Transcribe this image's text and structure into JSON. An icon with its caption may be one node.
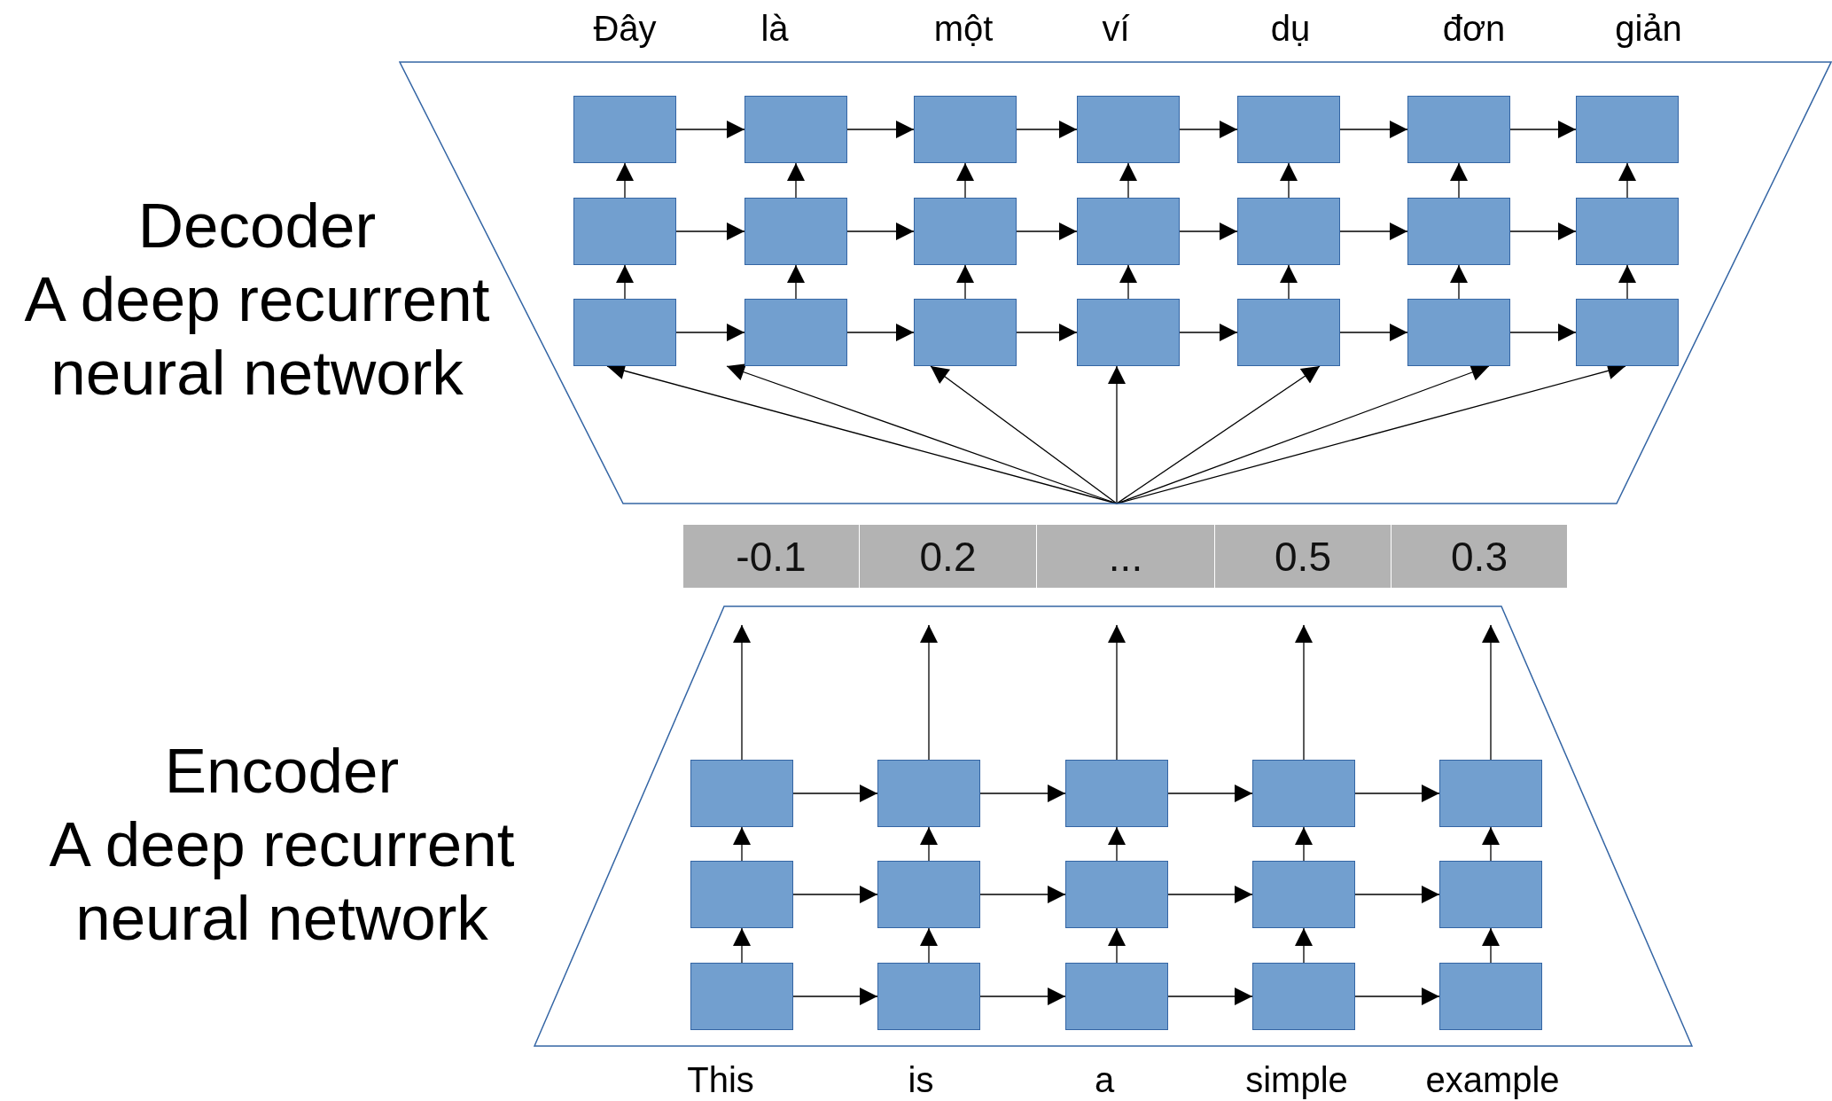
{
  "diagram": {
    "nodes": [
      {
        "text": [
          "Decoder",
          "A deep recurrent neural network"
        ]
      },
      {
        "text": [],
        "shape": "box",
        "in": 0
      },
      {
        "text": [],
        "shape": "box",
        "in": 0
      },
      {
        "text": [],
        "shape": "box",
        "in": 0
      },
      {
        "text": [],
        "shape": "box",
        "in": 0
      },
      {
        "text": [],
        "shape": "box",
        "in": 0
      },
      {
        "text": [],
        "shape": "box",
        "in": 0
      },
      {
        "text": [],
        "shape": "box",
        "in": 0
      },
      {
        "text": [],
        "shape": "box",
        "in": 0
      },
      {
        "text": [],
        "shape": "box",
        "in": 0
      },
      {
        "text": [],
        "shape": "box",
        "in": 0
      },
      {
        "text": [],
        "shape": "box",
        "in": 0
      },
      {
        "text": [],
        "shape": "box",
        "in": 0
      },
      {
        "text": [],
        "shape": "box",
        "in": 0
      },
      {
        "text": [],
        "shape": "box",
        "in": 0
      },
      {
        "text": [],
        "shape": "box",
        "in": 0
      },
      {
        "text": [],
        "shape": "box",
        "in": 0
      },
      {
        "text": [],
        "shape": "box",
        "in": 0
      },
      {
        "text": [],
        "shape": "box",
        "in": 0
      },
      {
        "text": [],
        "shape": "box",
        "in": 0
      },
      {
        "text": [],
        "shape": "box",
        "in": 0
      },
      {
        "text": [],
        "shape": "box",
        "in": 0
      },
      {
        "text": [
          "-0.1"
        ]
      },
      {
        "text": [
          "0.2"
        ]
      },
      {
        "text": [
          "..."
        ]
      },
      {
        "text": [
          "0.5"
        ]
      },
      {
        "text": [
          "0.3"
        ]
      },
      {
        "text": [
          "Encoder",
          "A deep recurrent neural network"
        ]
      },
      {
        "text": [],
        "shape": "box",
        "in": 27
      },
      {
        "text": [],
        "shape": "box",
        "in": 27
      },
      {
        "text": [],
        "shape": "box",
        "in": 27
      },
      {
        "text": [],
        "shape": "box",
        "in": 27
      },
      {
        "text": [],
        "shape": "box",
        "in": 27
      },
      {
        "text": [],
        "shape": "box",
        "in": 27
      },
      {
        "text": [],
        "shape": "box",
        "in": 27
      },
      {
        "text": [],
        "shape": "box",
        "in": 27
      },
      {
        "text": [],
        "shape": "box",
        "in": 27
      },
      {
        "text": [],
        "shape": "box",
        "in": 27
      },
      {
        "text": [],
        "shape": "box",
        "in": 27
      },
      {
        "text": [],
        "shape": "box",
        "in": 27
      },
      {
        "text": [],
        "shape": "box",
        "in": 27
      },
      {
        "text": [],
        "shape": "box",
        "in": 27
      },
      {
        "text": [],
        "shape": "box",
        "in": 27
      }
    ],
    "edges": [
      {
        "from": 1,
        "to": 2,
        "arrow": "to"
      },
      {
        "from": 2,
        "to": 3,
        "arrow": "to"
      },
      {
        "from": 3,
        "to": 4,
        "arrow": "to"
      },
      {
        "from": 4,
        "to": 5,
        "arrow": "to"
      },
      {
        "from": 5,
        "to": 6,
        "arrow": "to"
      },
      {
        "from": 6,
        "to": 7,
        "arrow": "to"
      },
      {
        "from": 8,
        "to": 9,
        "arrow": "to"
      },
      {
        "from": 9,
        "to": 10,
        "arrow": "to"
      },
      {
        "from": 10,
        "to": 11,
        "arrow": "to"
      },
      {
        "from": 11,
        "to": 12,
        "arrow": "to"
      },
      {
        "from": 12,
        "to": 13,
        "arrow": "to"
      },
      {
        "from": 13,
        "to": 14,
        "arrow": "to"
      },
      {
        "from": 15,
        "to": 16,
        "arrow": "to"
      },
      {
        "from": 16,
        "to": 17,
        "arrow": "to"
      },
      {
        "from": 17,
        "to": 18,
        "arrow": "to"
      },
      {
        "from": 18,
        "to": 19,
        "arrow": "to"
      },
      {
        "from": 19,
        "to": 20,
        "arrow": "to"
      },
      {
        "from": 20,
        "to": 21,
        "arrow": "to"
      },
      {
        "from": 8,
        "to": 1,
        "arrow": "to"
      },
      {
        "from": 9,
        "to": 2,
        "arrow": "to"
      },
      {
        "from": 10,
        "to": 3,
        "arrow": "to"
      },
      {
        "from": 11,
        "to": 4,
        "arrow": "to"
      },
      {
        "from": 12,
        "to": 5,
        "arrow": "to"
      },
      {
        "from": 13,
        "to": 6,
        "arrow": "to"
      },
      {
        "from": 14,
        "to": 7,
        "arrow": "to"
      },
      {
        "from": 15,
        "to": 8,
        "arrow": "to"
      },
      {
        "from": 16,
        "to": 9,
        "arrow": "to"
      },
      {
        "from": 17,
        "to": 10,
        "arrow": "to"
      },
      {
        "from": 18,
        "to": 11,
        "arrow": "to"
      },
      {
        "from": 19,
        "to": 12,
        "arrow": "to"
      },
      {
        "from": 20,
        "to": 13,
        "arrow": "to"
      },
      {
        "from": 21,
        "to": 14,
        "arrow": "to"
      },
      {
        "from": null,
        "to": 15,
        "arrow": "to"
      },
      {
        "from": null,
        "to": 16,
        "arrow": "to"
      },
      {
        "from": null,
        "to": 17,
        "arrow": "to"
      },
      {
        "from": null,
        "to": 18,
        "arrow": "to"
      },
      {
        "from": null,
        "to": 19,
        "arrow": "to"
      },
      {
        "from": null,
        "to": 20,
        "arrow": "to"
      },
      {
        "from": null,
        "to": 21,
        "arrow": "to"
      },
      {
        "from": 28,
        "to": 29,
        "arrow": "to"
      },
      {
        "from": 29,
        "to": 30,
        "arrow": "to"
      },
      {
        "from": 30,
        "to": 31,
        "arrow": "to"
      },
      {
        "from": 31,
        "to": 32,
        "arrow": "to"
      },
      {
        "from": 33,
        "to": 34,
        "arrow": "to"
      },
      {
        "from": 34,
        "to": 35,
        "arrow": "to"
      },
      {
        "from": 35,
        "to": 36,
        "arrow": "to"
      },
      {
        "from": 36,
        "to": 37,
        "arrow": "to"
      },
      {
        "from": 38,
        "to": 39,
        "arrow": "to"
      },
      {
        "from": 39,
        "to": 40,
        "arrow": "to"
      },
      {
        "from": 40,
        "to": 41,
        "arrow": "to"
      },
      {
        "from": 41,
        "to": 42,
        "arrow": "to"
      },
      {
        "from": 33,
        "to": 28,
        "arrow": "to"
      },
      {
        "from": 34,
        "to": 29,
        "arrow": "to"
      },
      {
        "from": 35,
        "to": 30,
        "arrow": "to"
      },
      {
        "from": 36,
        "to": 31,
        "arrow": "to"
      },
      {
        "from": 37,
        "to": 32,
        "arrow": "to"
      },
      {
        "from": 38,
        "to": 33,
        "arrow": "to"
      },
      {
        "from": 39,
        "to": 34,
        "arrow": "to"
      },
      {
        "from": 40,
        "to": 35,
        "arrow": "to"
      },
      {
        "from": 41,
        "to": 36,
        "arrow": "to"
      },
      {
        "from": 42,
        "to": 37,
        "arrow": "to"
      },
      {
        "from": 28,
        "to": null,
        "arrow": "to"
      },
      {
        "from": 29,
        "to": null,
        "arrow": "to"
      },
      {
        "from": 30,
        "to": null,
        "arrow": "to"
      },
      {
        "from": 31,
        "to": null,
        "arrow": "to"
      },
      {
        "from": 32,
        "to": null,
        "arrow": "to"
      }
    ],
    "labels": [
      "Đây",
      "là",
      "một",
      "ví",
      "dụ",
      "đơn",
      "giản",
      "This",
      "is",
      "a",
      "simple",
      "example"
    ]
  }
}
